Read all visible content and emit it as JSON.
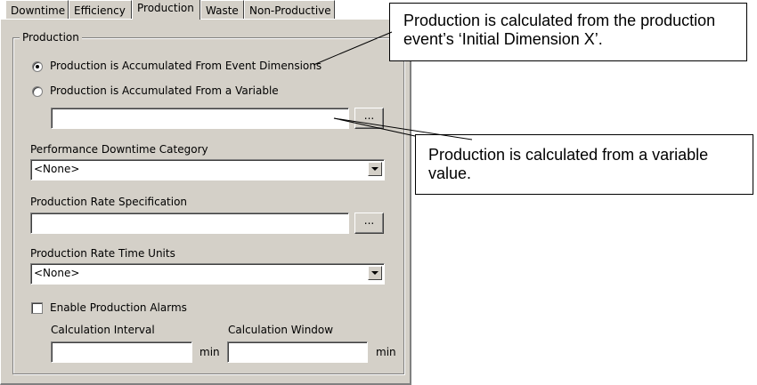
{
  "tabs": [
    {
      "label": "Downtime",
      "active": false
    },
    {
      "label": "Efficiency",
      "active": false
    },
    {
      "label": "Production",
      "active": true
    },
    {
      "label": "Waste",
      "active": false
    },
    {
      "label": "Non-Productive",
      "active": false
    }
  ],
  "group": {
    "legend": "Production"
  },
  "radios": [
    {
      "label": "Production is Accumulated From Event Dimensions",
      "checked": true
    },
    {
      "label": "Production is Accumulated From a Variable",
      "checked": false
    }
  ],
  "variable_field": {
    "value": "",
    "browse": "..."
  },
  "performance_downtime": {
    "label": "Performance Downtime Category",
    "value": "<None>"
  },
  "production_rate_spec": {
    "label": "Production Rate Specification",
    "value": "",
    "browse": "..."
  },
  "production_rate_time_units": {
    "label": "Production Rate Time Units",
    "value": "<None>"
  },
  "alarms": {
    "label": "Enable Production Alarms",
    "checked": false
  },
  "calc_interval": {
    "label": "Calculation Interval",
    "value": "",
    "unit": "min"
  },
  "calc_window": {
    "label": "Calculation Window",
    "value": "",
    "unit": "min"
  },
  "callouts": {
    "top": "Production is calculated from the production event’s ‘Initial Dimension X’.",
    "middle": "Production is calculated from a variable value."
  }
}
